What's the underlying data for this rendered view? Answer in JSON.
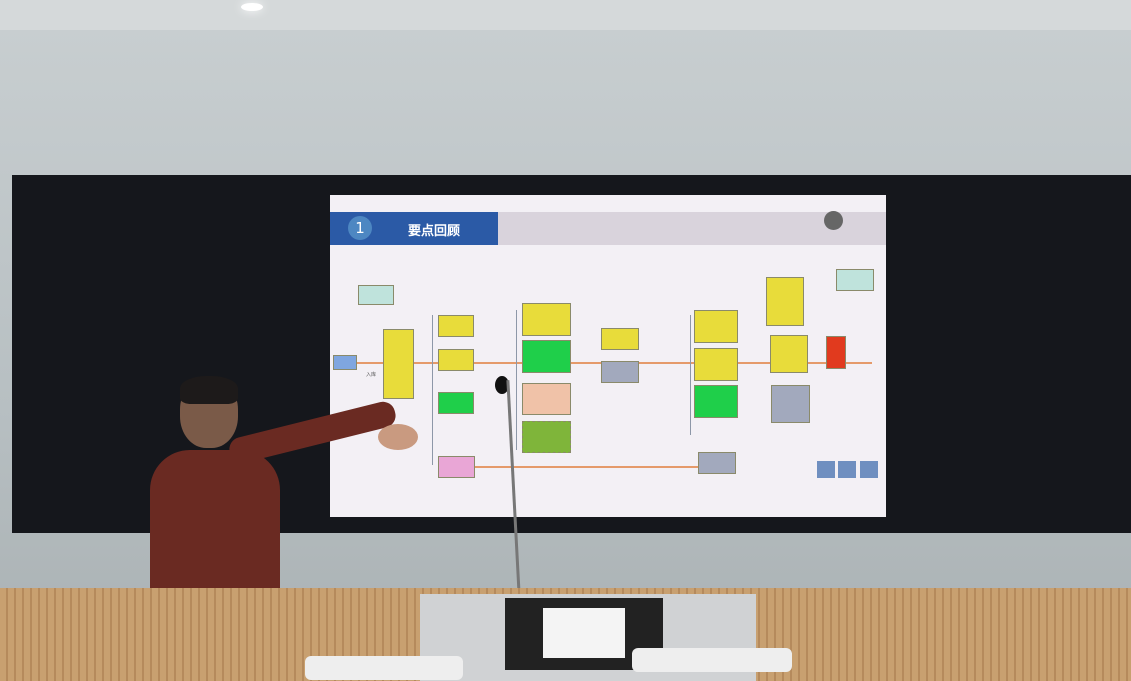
{
  "slide": {
    "section_number": "1",
    "section_title": "要点回顾",
    "inbound_label": "入库"
  },
  "colors": {
    "header": "#2b5aa6",
    "yellow": "#e8dc3a",
    "green": "#1fcf4a",
    "red": "#e13a1e",
    "arrow": "#e59a6a"
  }
}
